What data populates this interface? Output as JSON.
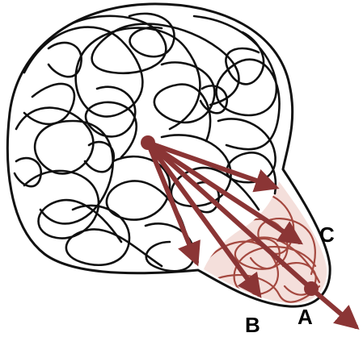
{
  "diagram": {
    "labels": {
      "a": "A",
      "b": "B",
      "c": "C"
    },
    "colors": {
      "outline": "#111111",
      "tangle_black": "#101010",
      "tangle_red": "#a4483f",
      "arrow": "#8b3535",
      "blob_fill": "#ffffff",
      "red_region_fill": "#f4dfdb"
    }
  }
}
